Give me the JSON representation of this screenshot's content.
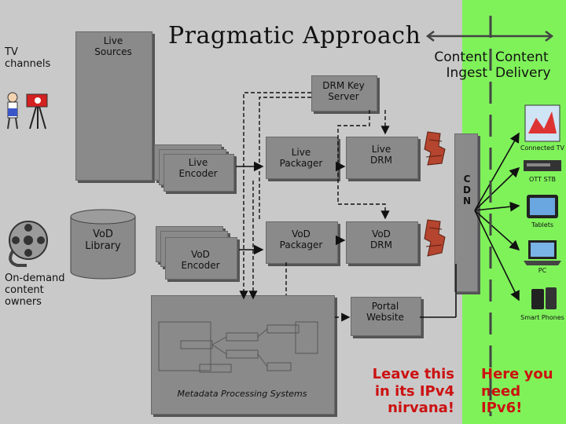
{
  "title": "Pragmatic Approach",
  "left_labels": {
    "tv_channels": "TV\nchannels",
    "on_demand": "On-demand\ncontent\nowners"
  },
  "boxes": {
    "live_sources": "Live\nSources",
    "drm_key_server": "DRM Key\nServer",
    "live_encoder": "Live\nEncoder",
    "live_packager": "Live\nPackager",
    "live_drm": "Live\nDRM",
    "vod_library": "VoD\nLibrary",
    "vod_encoder": "VoD\nEncoder",
    "vod_packager": "VoD\nPackager",
    "vod_drm": "VoD\nDRM",
    "portal_website": "Portal\nWebsite",
    "metadata": "Metadata Processing Systems",
    "cdn": "C\nD\nN"
  },
  "header_right": {
    "ingest": "Content\nIngest",
    "delivery": "Content\nDelivery"
  },
  "devices": [
    "Connected TV",
    "OTT STB",
    "Tablets",
    "PC",
    "Smart Phones"
  ],
  "notes": {
    "leave": "Leave this\nin its IPv4\nnirvana!",
    "here": "Here you\nneed\nIPv6!"
  },
  "colors": {
    "background": "#c9c9c9",
    "ipv6_zone": "#7ff25a",
    "box": "#8a8a8a",
    "note_red": "#cc1111"
  }
}
